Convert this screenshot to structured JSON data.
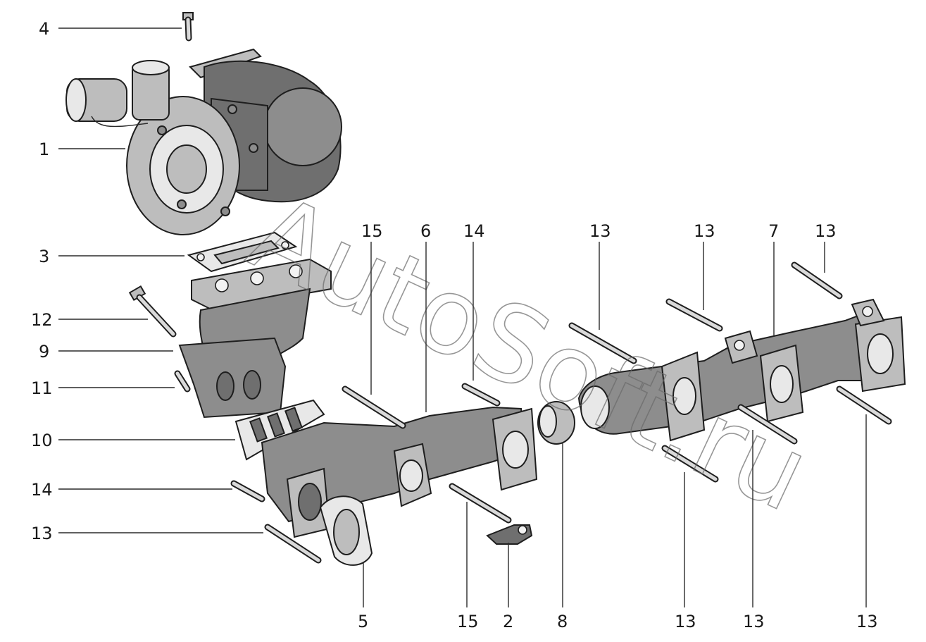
{
  "watermark": "AutoSoft.ru",
  "callouts": [
    {
      "id": "c4",
      "number": "4"
    },
    {
      "id": "c1",
      "number": "1"
    },
    {
      "id": "c3",
      "number": "3"
    },
    {
      "id": "c12",
      "number": "12"
    },
    {
      "id": "c9",
      "number": "9"
    },
    {
      "id": "c11",
      "number": "11"
    },
    {
      "id": "c10",
      "number": "10"
    },
    {
      "id": "c14a",
      "number": "14"
    },
    {
      "id": "c13a",
      "number": "13"
    },
    {
      "id": "c15a",
      "number": "15"
    },
    {
      "id": "c6",
      "number": "6"
    },
    {
      "id": "c14b",
      "number": "14"
    },
    {
      "id": "c13b",
      "number": "13"
    },
    {
      "id": "c13c",
      "number": "13"
    },
    {
      "id": "c7",
      "number": "7"
    },
    {
      "id": "c13d",
      "number": "13"
    },
    {
      "id": "c5",
      "number": "5"
    },
    {
      "id": "c15b",
      "number": "15"
    },
    {
      "id": "c2",
      "number": "2"
    },
    {
      "id": "c8",
      "number": "8"
    },
    {
      "id": "c13e",
      "number": "13"
    },
    {
      "id": "c13f",
      "number": "13"
    },
    {
      "id": "c13g",
      "number": "13"
    }
  ]
}
